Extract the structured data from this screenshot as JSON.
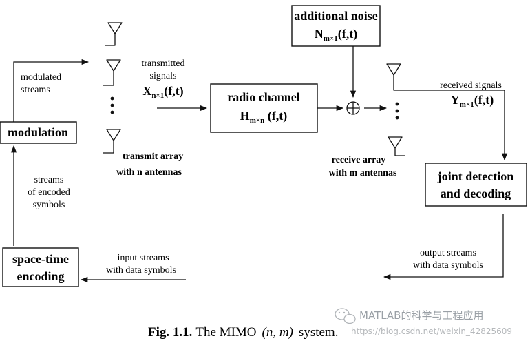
{
  "blocks": {
    "additional_noise": {
      "title": "additional noise",
      "math": "N",
      "sub": "m×1",
      "arg": "(f,t)"
    },
    "radio_channel": {
      "title": "radio channel",
      "math": "H",
      "sub": "m×n",
      "arg": " (f,t)"
    },
    "modulation": "modulation",
    "space_time": [
      "space-time",
      "encoding"
    ],
    "joint_detection": [
      "joint detection",
      "and decoding"
    ]
  },
  "labels": {
    "modulated_streams": [
      "modulated",
      "streams"
    ],
    "transmitted_signals": [
      "transmitted",
      "signals"
    ],
    "x_symbol": {
      "math": "X",
      "sub": "n×1",
      "arg": "(f,t)"
    },
    "transmit_array": [
      "transmit array",
      "with n antennas"
    ],
    "receive_array": [
      "receive array",
      "with m antennas"
    ],
    "received_signals": "received signals",
    "y_symbol": {
      "math": "Y",
      "sub": "m×1",
      "arg": "(f,t)"
    },
    "streams_encoded": [
      "streams",
      "of encoded",
      "symbols"
    ],
    "input_streams": [
      "input streams",
      "with data symbols"
    ],
    "output_streams": [
      "output streams",
      "with data symbols"
    ]
  },
  "caption": {
    "prefix": "Fig. 1.1.",
    "text": "The MIMO",
    "math": "(n, m)",
    "suffix": "system."
  },
  "watermark": {
    "main": "MATLAB的科学与工程应用",
    "url": "https://blog.csdn.net/weixin_42825609"
  }
}
